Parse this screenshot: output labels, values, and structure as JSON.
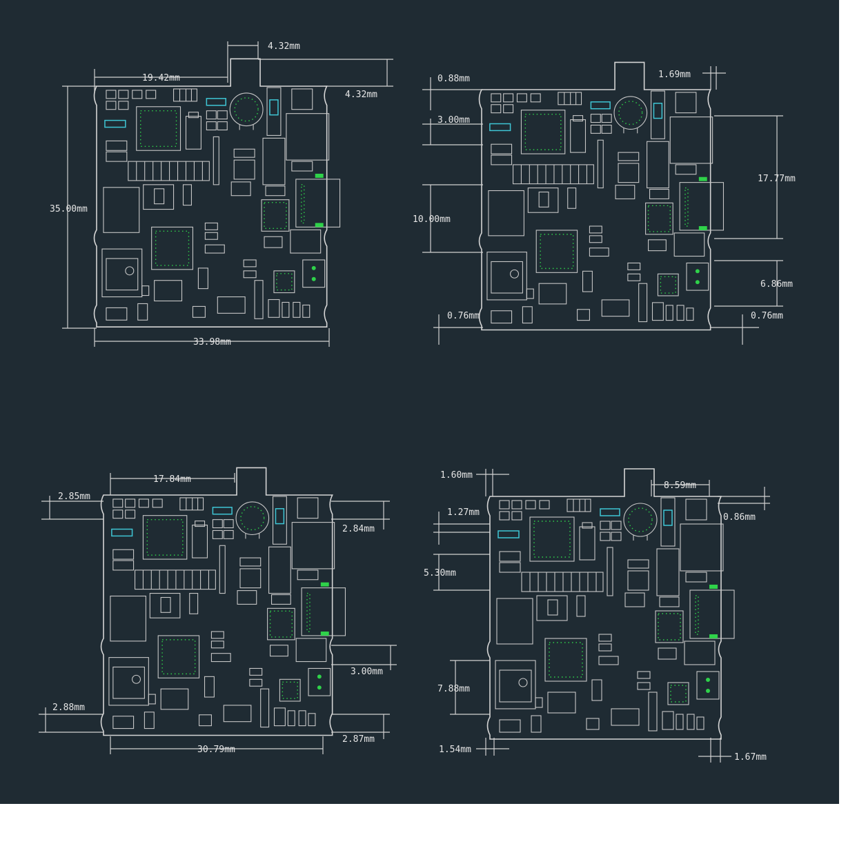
{
  "colors": {
    "background": "#1f2b33",
    "outline": "#d6d6d6",
    "accent_cyan": "#3fc7d6",
    "accent_green": "#2fd24a",
    "text": "#e6e6e6"
  },
  "views": [
    {
      "id": "top-left",
      "dimensions": {
        "top_width": "19.42mm",
        "tab_width": "4.32mm",
        "tab_height": "4.32mm",
        "height": "35.00mm",
        "width": "33.98mm"
      }
    },
    {
      "id": "top-right",
      "dimensions": {
        "top_corner": "0.88mm",
        "tab_gap": "1.69mm",
        "left_upper": "3.00mm",
        "right_tall": "17.77mm",
        "left_middle": "10.00mm",
        "right_lower": "6.86mm",
        "bottom_left": "0.76mm",
        "bottom_right": "0.76mm"
      }
    },
    {
      "id": "bottom-left",
      "dimensions": {
        "top_width": "17.84mm",
        "left_top": "2.85mm",
        "right_top": "2.84mm",
        "right_middle": "3.00mm",
        "left_bottom": "2.88mm",
        "right_bottom": "2.87mm",
        "width": "30.79mm"
      }
    },
    {
      "id": "bottom-right",
      "dimensions": {
        "top_left": "1.60mm",
        "top_right": "8.59mm",
        "right_top": "0.86mm",
        "left_upper": "1.27mm",
        "left_middle": "5.30mm",
        "left_lower": "7.88mm",
        "bottom_left": "1.54mm",
        "bottom_right": "1.67mm"
      }
    }
  ]
}
